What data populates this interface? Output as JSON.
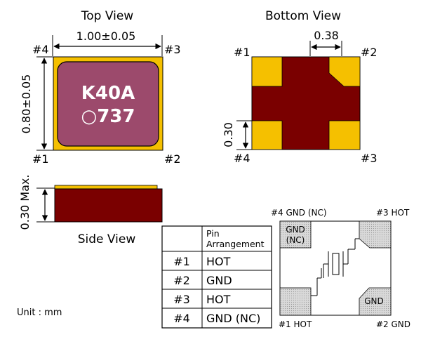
{
  "top_view": {
    "title": "Top View",
    "width_dim": "1.00±0.05",
    "height_dim": "0.80±0.05",
    "marking_line1": "K40A",
    "marking_line2": "○737",
    "pin_tl": "#4",
    "pin_tr": "#3",
    "pin_bl": "#1",
    "pin_br": "#2"
  },
  "bottom_view": {
    "title": "Bottom View",
    "pad_width_dim": "0.38",
    "pad_height_dim": "0.30",
    "pin_tl": "#1",
    "pin_tr": "#2",
    "pin_bl": "#4",
    "pin_br": "#3"
  },
  "side_view": {
    "title": "Side View",
    "height_dim": "0.30 Max."
  },
  "unit": "Unit : mm",
  "pin_table": {
    "header": [
      "Pin",
      "Arrangement"
    ],
    "rows": [
      {
        "pin": "#1",
        "function": "HOT"
      },
      {
        "pin": "#2",
        "function": "GND"
      },
      {
        "pin": "#3",
        "function": "HOT"
      },
      {
        "pin": "#4",
        "function": "GND (NC)"
      }
    ]
  },
  "schematic": {
    "label_tl": "#4 GND (NC)",
    "label_tr": "#3 HOT",
    "label_bl": "#1 HOT",
    "label_br": "#2 GND",
    "pad_tl_line1": "GND",
    "pad_tl_line2": "(NC)",
    "pad_br": "GND"
  },
  "colors": {
    "gold": "#f5c000",
    "package_red": "#7a0000",
    "lid_mauve": "#9c4a6c",
    "pad_gray": "#d0d0d0"
  }
}
